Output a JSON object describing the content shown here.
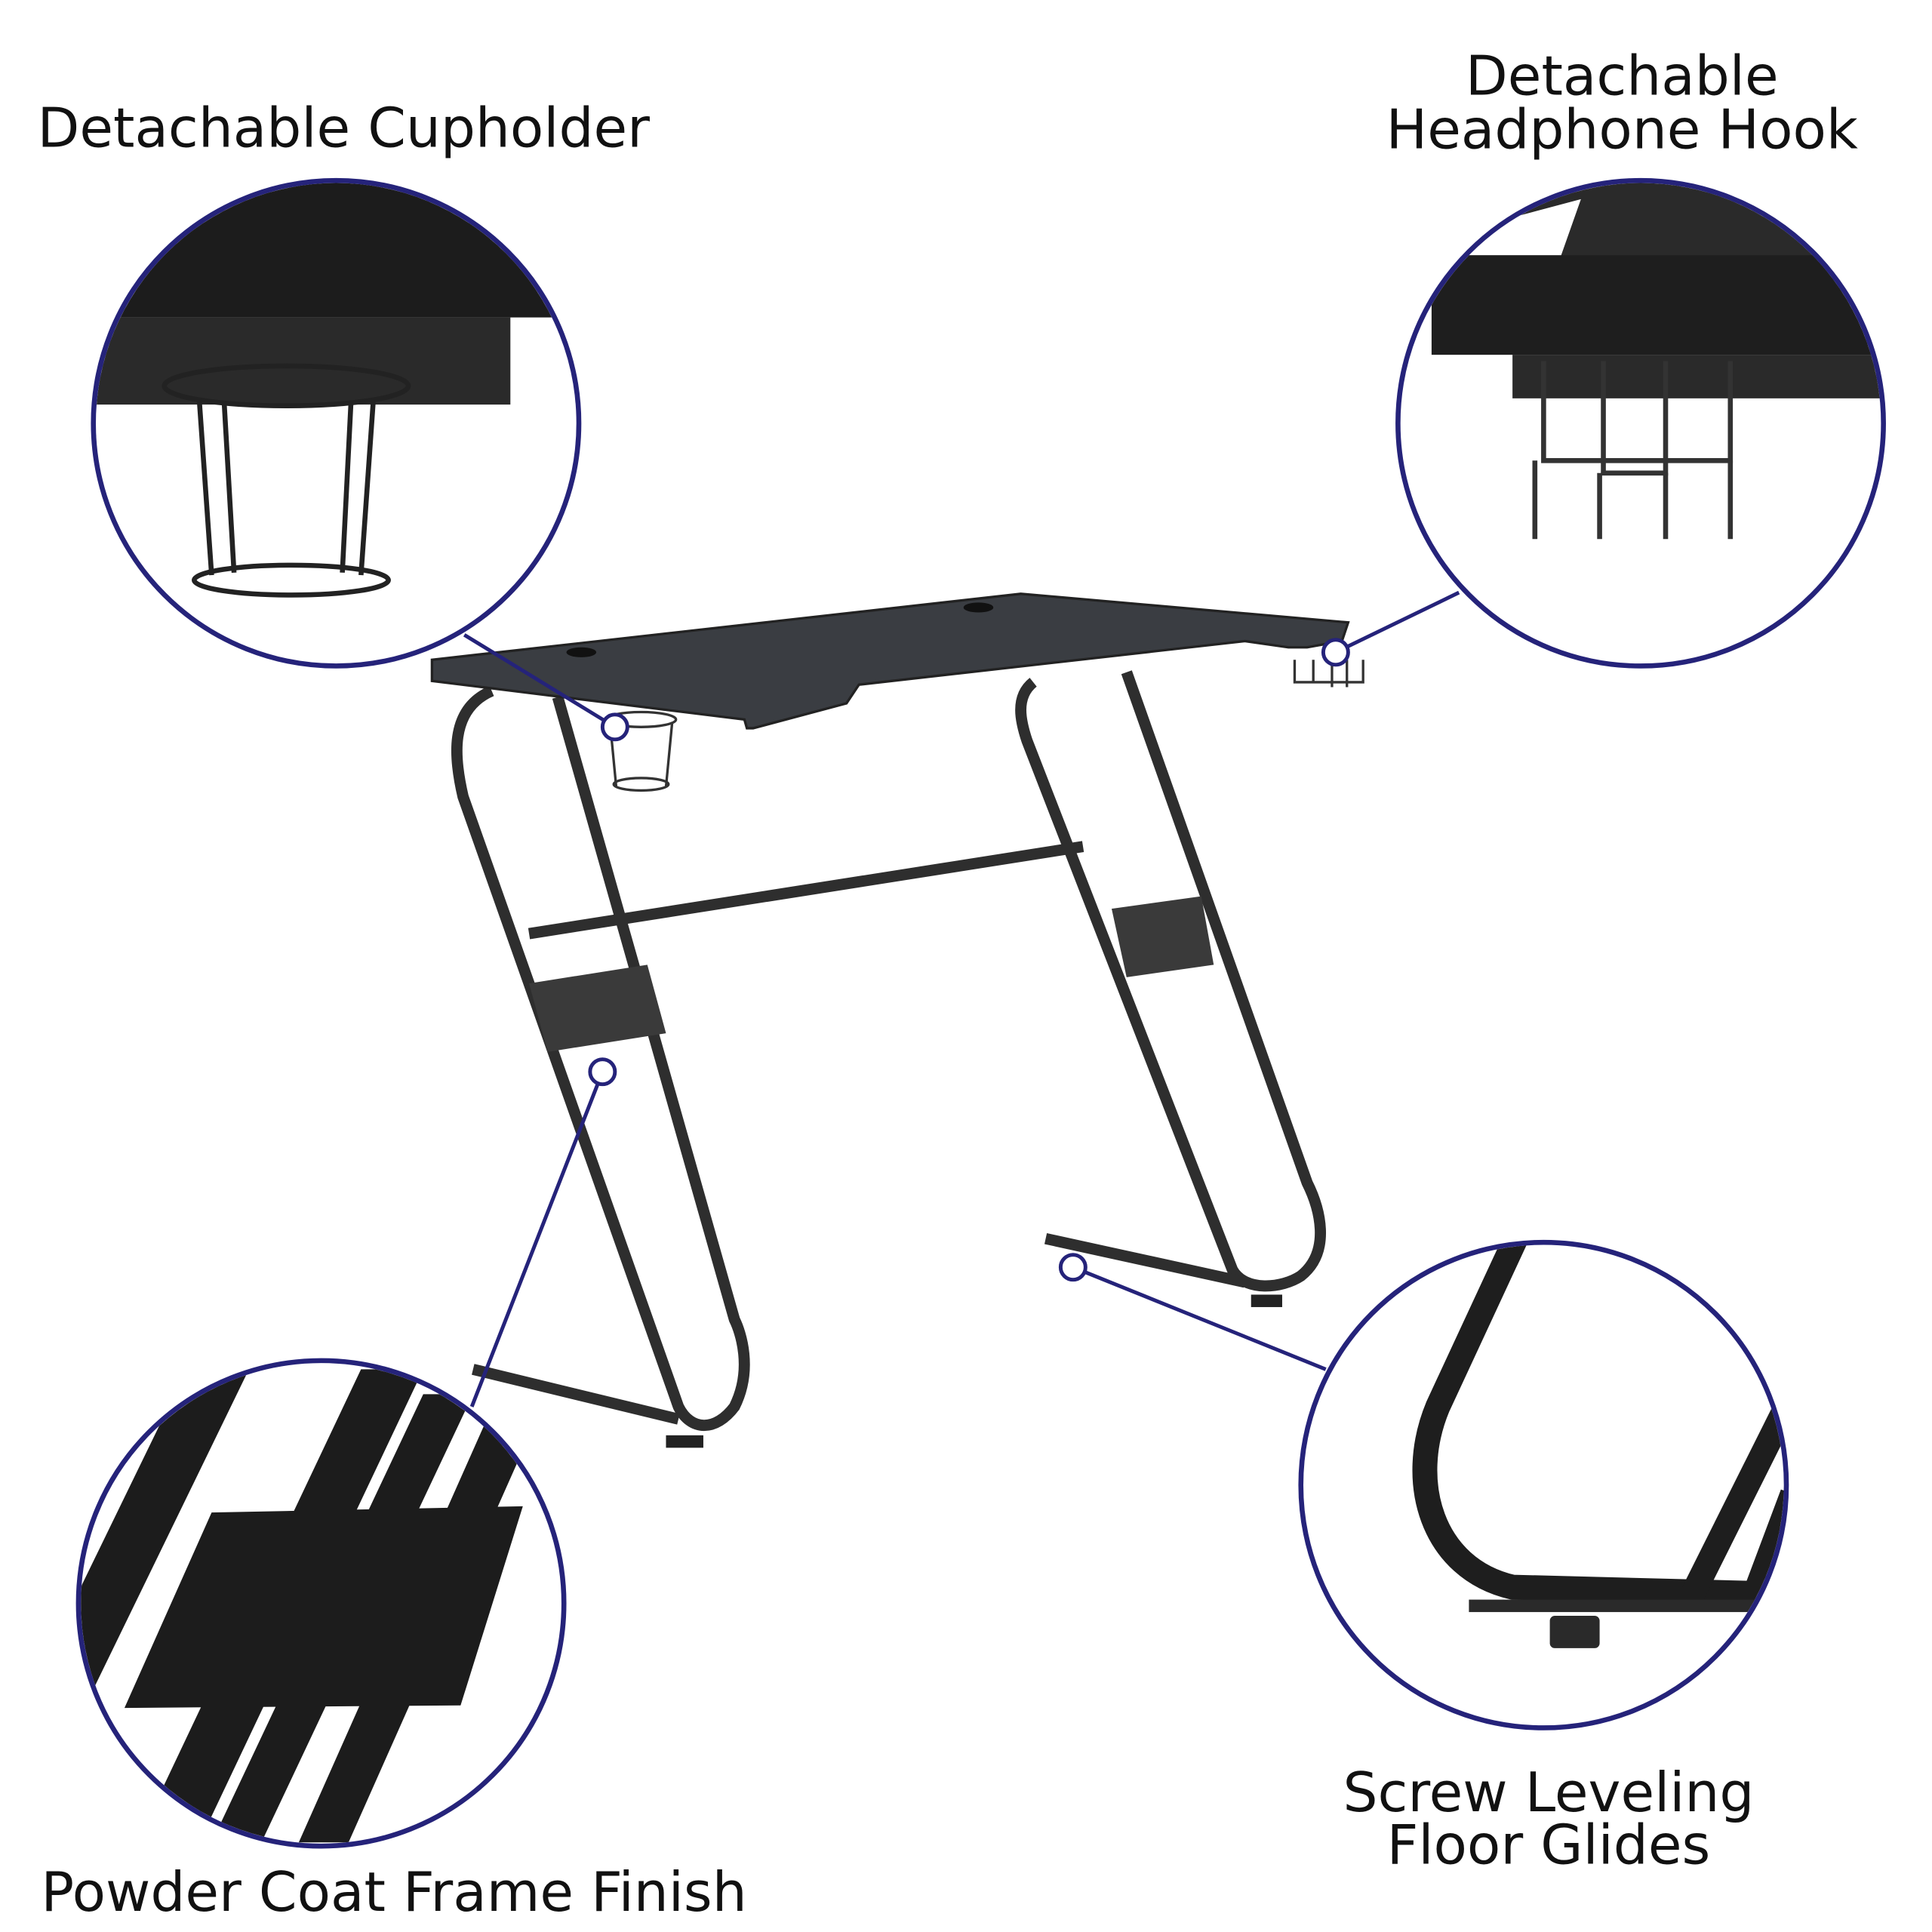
{
  "callouts": {
    "cupholder": {
      "label": "Detachable Cupholder"
    },
    "headphone_hook": {
      "line1": "Detachable",
      "line2": "Headphone Hook"
    },
    "frame_finish": {
      "label": "Powder Coat Frame Finish"
    },
    "floor_glides": {
      "line1": "Screw Leveling",
      "line2": "Floor Glides"
    }
  },
  "colors": {
    "callout_ring": "#25237a",
    "desk_top": "#3a3d42",
    "frame": "#2a2a2a",
    "background": "#ffffff"
  }
}
